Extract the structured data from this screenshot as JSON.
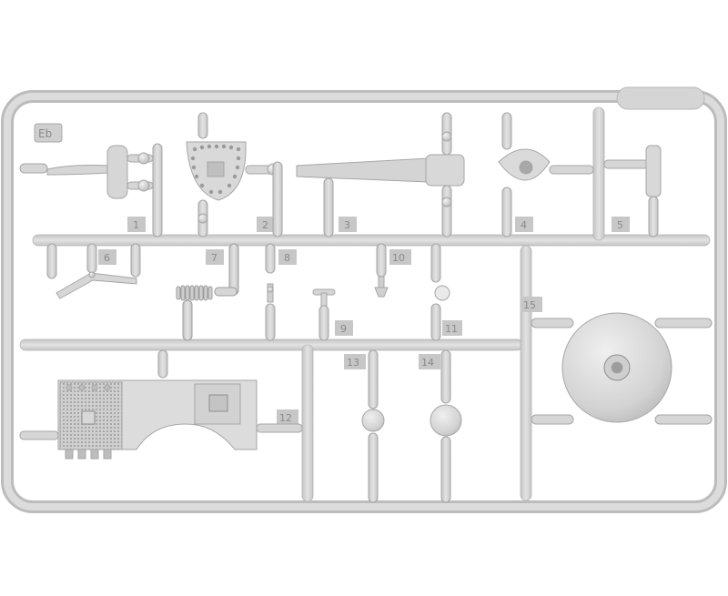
{
  "sprue": {
    "badge": "Eb",
    "part_numbers": [
      "1",
      "2",
      "3",
      "4",
      "5",
      "6",
      "7",
      "8",
      "10",
      "9",
      "11",
      "12",
      "13",
      "14",
      "15"
    ]
  },
  "colors": {
    "plastic": "#d7d7d7",
    "edge": "#b5b5b5",
    "shadow": "#a9a9a9",
    "tab": "#c9c9c9",
    "label": "#8a8a8a"
  }
}
